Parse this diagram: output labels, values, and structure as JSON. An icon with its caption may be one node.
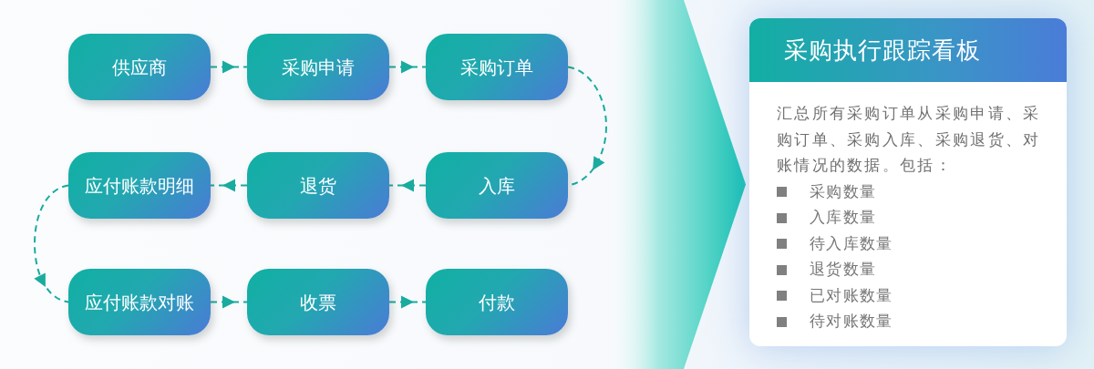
{
  "diagram": {
    "nodes": [
      {
        "text": [
          "供应商"
        ]
      },
      {
        "text": [
          "采购申请"
        ]
      },
      {
        "text": [
          "采购订单"
        ]
      },
      {
        "text": [
          "应付账款明细"
        ]
      },
      {
        "text": [
          "退货"
        ]
      },
      {
        "text": [
          "入库"
        ]
      },
      {
        "text": [
          "应付账款对账"
        ]
      },
      {
        "text": [
          "收票"
        ]
      },
      {
        "text": [
          "付款"
        ]
      },
      {
        "text": [],
        "shape": "chevron"
      },
      {
        "text": [
          "采购执行跟踪看板",
          "汇总所有采购订单从采购申请、采购订单、采购入库、采购退货、对账情况的数据。包括：",
          "采购数量",
          "入库数量",
          "待入库数量",
          "退货数量",
          "已对账数量",
          "待对账数量"
        ]
      }
    ],
    "edges": [
      {
        "from": 0,
        "to": 1,
        "arrow": "to",
        "style": "dashed"
      },
      {
        "from": 1,
        "to": 2,
        "arrow": "to",
        "style": "dashed"
      },
      {
        "from": 2,
        "to": 5,
        "arrow": "to",
        "style": "dashed"
      },
      {
        "from": 5,
        "to": 4,
        "arrow": "to",
        "style": "dashed"
      },
      {
        "from": 4,
        "to": 3,
        "arrow": "to",
        "style": "dashed"
      },
      {
        "from": 3,
        "to": 6,
        "arrow": "to",
        "style": "dashed"
      },
      {
        "from": 6,
        "to": 7,
        "arrow": "to",
        "style": "dashed"
      },
      {
        "from": 7,
        "to": 8,
        "arrow": "to",
        "style": "dashed"
      }
    ]
  }
}
